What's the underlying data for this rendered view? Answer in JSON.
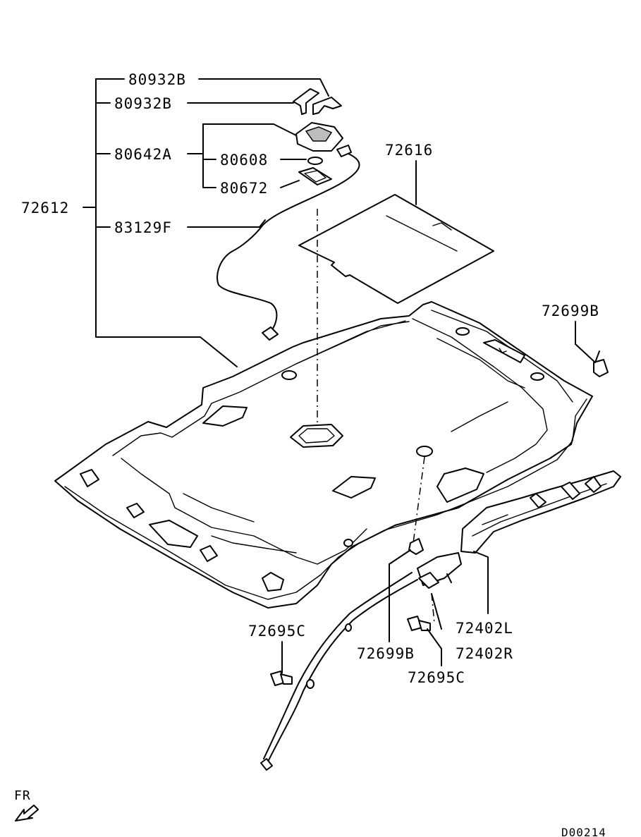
{
  "labels": {
    "l_80932B_a": "80932B",
    "l_80932B_b": "80932B",
    "l_80642A": "80642A",
    "l_80608": "80608",
    "l_80672": "80672",
    "l_72612": "72612",
    "l_83129F": "83129F",
    "l_72616": "72616",
    "l_72699B_a": "72699B",
    "l_72699B_b": "72699B",
    "l_72695C_a": "72695C",
    "l_72695C_b": "72695C",
    "l_72402L": "72402L",
    "l_72402R": "72402R"
  },
  "direction": {
    "label": "FR"
  },
  "diagram_code": "D00214"
}
